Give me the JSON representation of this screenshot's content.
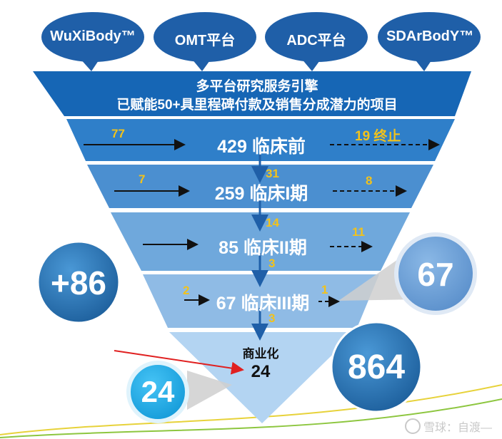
{
  "colors": {
    "bubble": "#1f5fa8",
    "header": "#1666b5",
    "row1": "#2f7fc9",
    "row2": "#4b8fd0",
    "row3": "#6fa8dc",
    "row4": "#8fbbe5",
    "tip": "#b3d4f2",
    "accent_number": "#f2c21b",
    "red_arrow": "#e02020",
    "circle_dark": "#2c7bb6",
    "circle_light": "#6aa0d8",
    "circle_cyan": "#1ea9e8"
  },
  "platforms": [
    "WuXiBody™",
    "OMT平台",
    "ADC平台",
    "SDArBodY™"
  ],
  "header": {
    "line1": "多平台研究服务引擎",
    "line2": "已赋能50+具里程碑付款及销售分成潜力的项目"
  },
  "stages": [
    {
      "label": "429 临床前",
      "in": "77",
      "out": "19 终止"
    },
    {
      "label": "259 临床I期",
      "in": "7",
      "out": "8"
    },
    {
      "label": "85 临床II期",
      "in": "",
      "out": "11"
    },
    {
      "label": "67 临床III期",
      "in": "2",
      "out": "1"
    }
  ],
  "transitions": [
    "31",
    "14",
    "3",
    "3"
  ],
  "tip": {
    "label": "商业化",
    "value": "24"
  },
  "circles": {
    "left": "+86",
    "right_top": "67",
    "right_bottom": "864",
    "bottom_left": "24"
  },
  "watermark": "雪球：自渡—"
}
